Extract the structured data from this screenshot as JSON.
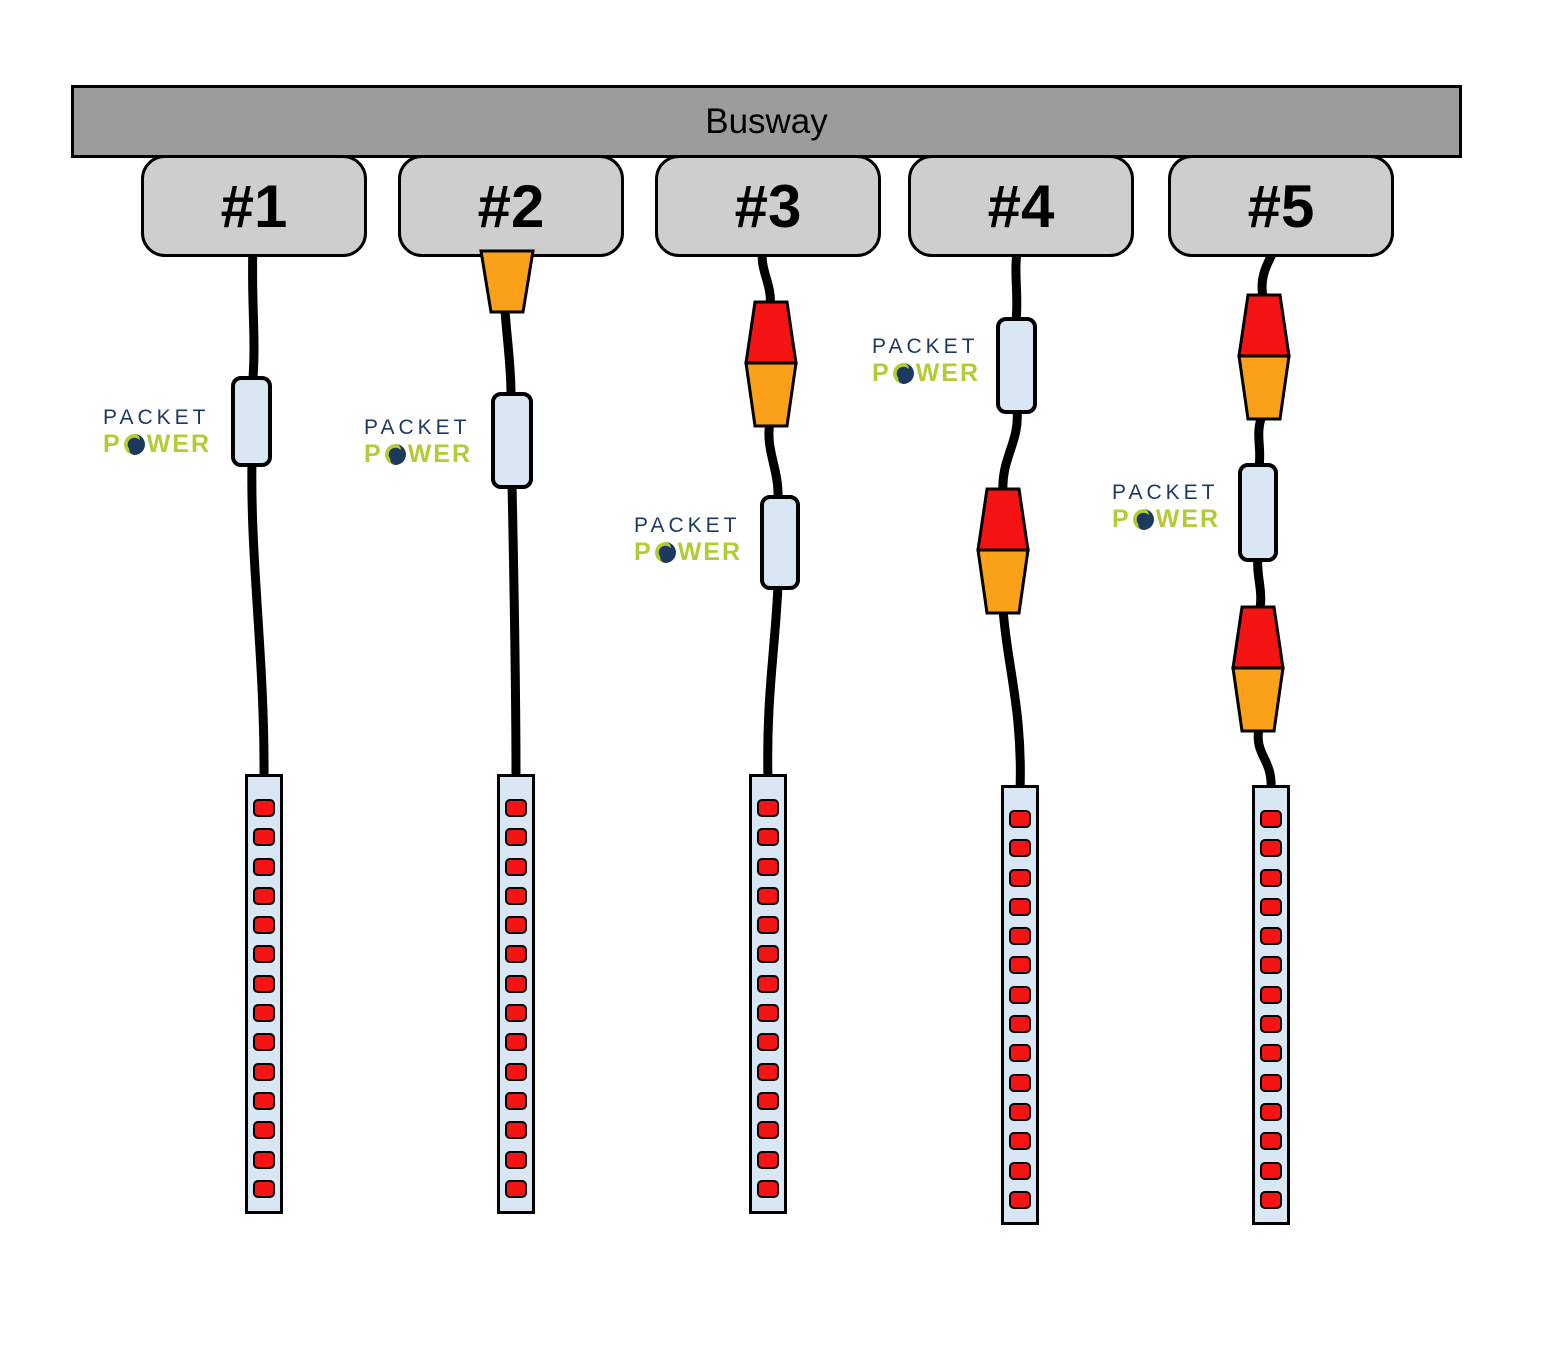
{
  "busway": {
    "label": "Busway"
  },
  "taps": [
    {
      "label": "#1"
    },
    {
      "label": "#2"
    },
    {
      "label": "#3"
    },
    {
      "label": "#4"
    },
    {
      "label": "#5"
    }
  ],
  "logo": {
    "line1": "PACKET",
    "line2_prefix": "P",
    "line2_suffix": "WER"
  },
  "strips": {
    "count": 5,
    "outlets_per_strip": 14
  },
  "colors": {
    "busway_gray": "#9c9c9c",
    "tap_gray": "#cecece",
    "device_blue": "#d9e6f4",
    "outlet_red": "#f41414",
    "connector_red": "#f41414",
    "connector_orange": "#fba019",
    "logo_navy": "#1c3a60",
    "logo_green": "#b3cb35",
    "cable_black": "#000000"
  }
}
